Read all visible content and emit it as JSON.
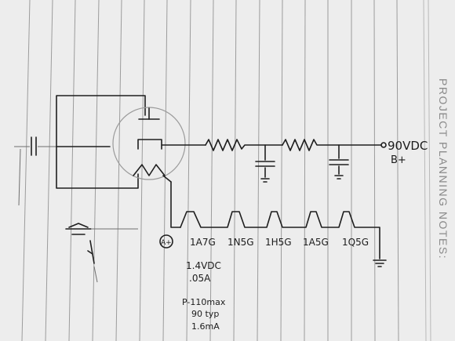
{
  "sheet": {
    "heading": "PROJECT PLANNING NOTES:"
  },
  "schematic": {
    "supply_label": "90VDC",
    "bplus_label": "B+",
    "aplus_label": "A+",
    "tubes": [
      "1A7G",
      "1N5G",
      "1H5G",
      "1A5G",
      "1Q5G"
    ],
    "filament_note_1": "1.4VDC",
    "filament_note_2": ".05A",
    "plate_note_1": "P-110max",
    "plate_note_2": "90 typ",
    "plate_note_3": "1.6mA"
  }
}
